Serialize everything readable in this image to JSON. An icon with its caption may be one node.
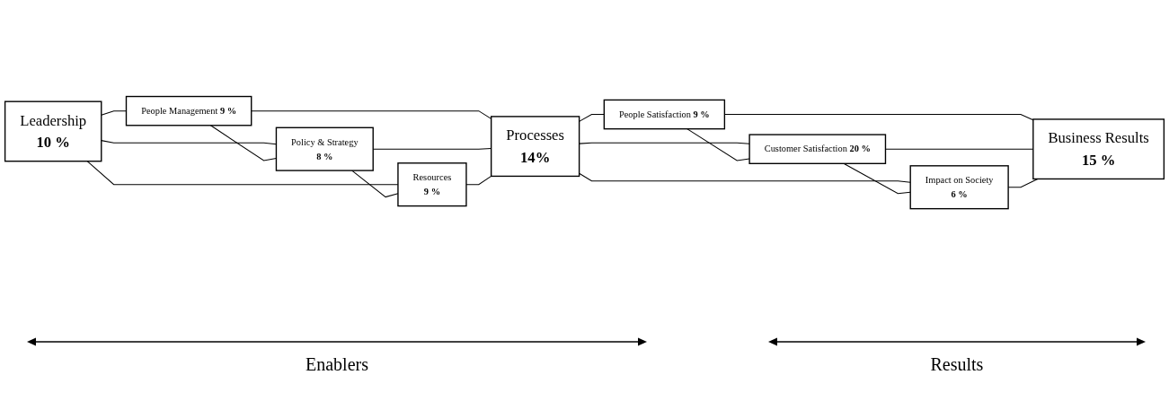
{
  "diagram": {
    "nodes": [
      {
        "text": [
          "Leadership",
          "**10 %**"
        ]
      },
      {
        "text": [
          "People Management **9 %**"
        ]
      },
      {
        "text": [
          "Policy & Strategy",
          "**8 %**"
        ]
      },
      {
        "text": [
          "Resources",
          "**9 %**"
        ]
      },
      {
        "text": [
          "Processes",
          "**14%**"
        ]
      },
      {
        "text": [
          "People Satisfaction **9 %**"
        ]
      },
      {
        "text": [
          "Customer Satisfaction **20 %**"
        ]
      },
      {
        "text": [
          "Impact on Society",
          "**6 %**"
        ]
      },
      {
        "text": [
          "Business Results",
          "**15 %**"
        ]
      }
    ],
    "edges": [
      {
        "from": 0,
        "to": 1,
        "arrow": "none"
      },
      {
        "from": 0,
        "to": 2,
        "arrow": "none"
      },
      {
        "from": 0,
        "to": 3,
        "arrow": "none"
      },
      {
        "from": 1,
        "to": 2,
        "arrow": "none"
      },
      {
        "from": 2,
        "to": 3,
        "arrow": "none"
      },
      {
        "from": 1,
        "to": 4,
        "arrow": "none"
      },
      {
        "from": 2,
        "to": 4,
        "arrow": "none"
      },
      {
        "from": 3,
        "to": 4,
        "arrow": "none"
      },
      {
        "from": 4,
        "to": 5,
        "arrow": "none"
      },
      {
        "from": 4,
        "to": 6,
        "arrow": "none"
      },
      {
        "from": 4,
        "to": 7,
        "arrow": "none"
      },
      {
        "from": 5,
        "to": 6,
        "arrow": "none"
      },
      {
        "from": 6,
        "to": 7,
        "arrow": "none"
      },
      {
        "from": 5,
        "to": 8,
        "arrow": "none"
      },
      {
        "from": 6,
        "to": 8,
        "arrow": "none"
      },
      {
        "from": 7,
        "to": 8,
        "arrow": "none"
      }
    ],
    "labels": [
      "Enablers",
      "Results"
    ]
  }
}
